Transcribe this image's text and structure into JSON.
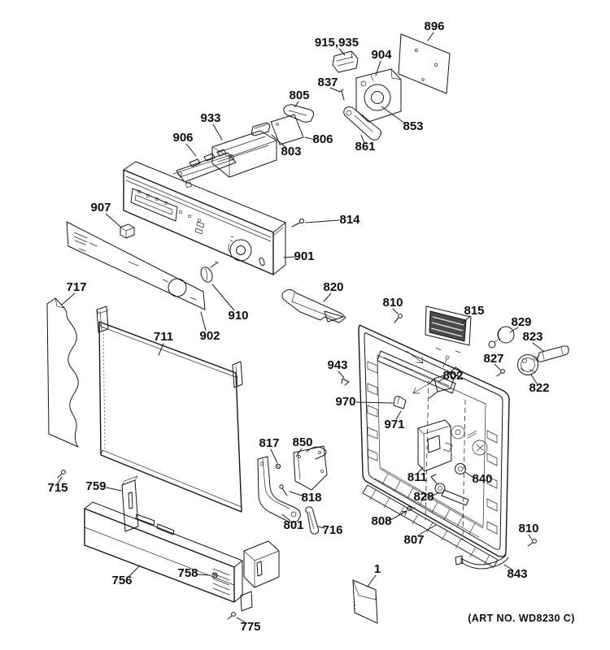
{
  "figure": {
    "title": "exploded-parts-diagram",
    "art_no": "(ART NO. WD8230 C)",
    "callouts": {
      "c915_935": "915,935",
      "c896": "896",
      "c904": "904",
      "c837": "837",
      "c805": "805",
      "c853": "853",
      "c806": "806",
      "c861": "861",
      "c803": "803",
      "c933": "933",
      "c906": "906",
      "c907": "907",
      "c814": "814",
      "c901": "901",
      "c717": "717",
      "c910": "910",
      "c902": "902",
      "c711": "711",
      "c820": "820",
      "c810_top": "810",
      "c815": "815",
      "c829": "829",
      "c823": "823",
      "c827": "827",
      "c802": "802",
      "c822": "822",
      "c943": "943",
      "c970": "970",
      "c971": "971",
      "c715": "715",
      "c759": "759",
      "c817": "817",
      "c850": "850",
      "c818": "818",
      "c811": "811",
      "c840": "840",
      "c828": "828",
      "c801": "801",
      "c716": "716",
      "c808": "808",
      "c807": "807",
      "c810_bottom": "810",
      "c843": "843",
      "c756": "756",
      "c758": "758",
      "c775": "775",
      "c1": "1"
    }
  }
}
